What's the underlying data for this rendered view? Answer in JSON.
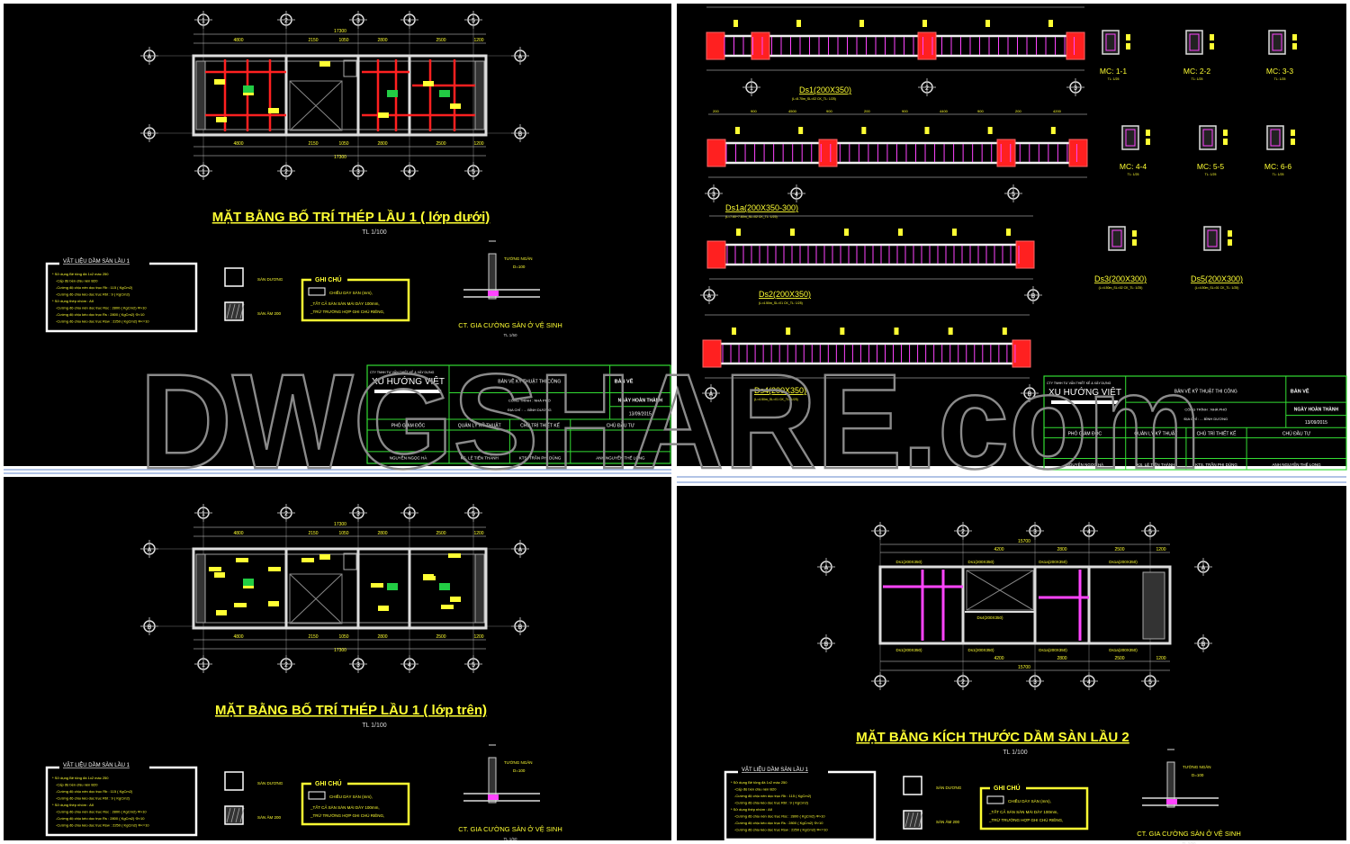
{
  "colors": {
    "background": "#000000",
    "rebar_main": "#ff2020",
    "rebar_stirrup": "#ff44ff",
    "text": "#ffff33",
    "title_block": "#33dd33",
    "watermark": "#8a8a8a"
  },
  "watermark": "DWGSHARE.com",
  "grid": {
    "cols": [
      "1",
      "2",
      "3",
      "4",
      "5"
    ],
    "rows": [
      "A",
      "B"
    ]
  },
  "sheet_top_left": {
    "title": "MẶT BẰNG BỐ TRÍ THÉP  LẦU 1 ( lớp dưới)",
    "scale": "TL 1/100",
    "total_dim": "17300",
    "dims": [
      "4800",
      "2150",
      "1050",
      "2800",
      "2500",
      "1200"
    ]
  },
  "sheet_bottom_left": {
    "title": "MẶT BẰNG BỐ TRÍ THÉP  LẦU 1 ( lớp trên)",
    "scale": "TL 1/100",
    "total_dim": "17300",
    "dims": [
      "4800",
      "2150",
      "1050",
      "2800",
      "2500",
      "1200"
    ]
  },
  "sheet_bottom_right": {
    "title": "MẶT BẰNG KÍCH THƯỚC DẦM SÀN LẦU 2",
    "scale": "TL 1/100",
    "total_dim": "15700",
    "dims": [
      "4200",
      "2800",
      "2500",
      "1200"
    ],
    "beam_labels": [
      "Ds1(200X350)",
      "Ds1(200X350)",
      "Ds1a(200X350)",
      "Ds1a(200X350)",
      "Ds4(200X350)"
    ]
  },
  "legend": {
    "heading": "VẬT LIỆU DẦM SÀN LẦU 1",
    "lines": [
      "* Sử dụng Bê tông đá 1x2 mác 250",
      "-Cấp độ bền chịu nén B20",
      "-Cường độ chịu nén dọc trục Rb : 115 ( KgCm2)",
      "-Cường độ chịu kéo dọc trục Rbt : 9 ( KgCm2)",
      "* Sử dụng thép nhóm : AII",
      "-Cường độ chịu nén dọc trục Rsc : 2800 ( KgCm2) Φ>10",
      "-Cường độ chịu kéo dọc trục Rs : 2800 ( KgCm2) Φ>10",
      "-Cường độ chịu kéo dọc trục Rsw : 2250 ( KgCm2) Φ<=10"
    ],
    "slab_positive": "SÀN DƯƠNG",
    "slab_negative": "SÀN ÂM 200",
    "notes_heading": "GHI CHÚ",
    "notes": [
      "CHIỀU DÀY SÀN (mm),",
      "_TẤT CẢ SÀN SÀN MÁI DÀY 100mm,",
      "_TRỪ TRƯỜNG HỢP GHI CHÚ RIÊNG,"
    ],
    "detail_wall": "TƯỜNG NGĂN",
    "detail_d": "D=100",
    "detail_title": "CT. GIA CƯỜNG SÀN Ở VỆ SINH",
    "detail_scale": "TL 1/50"
  },
  "title_block": {
    "company_line": "CTY TNHH TƯ VẤN THIẾT KẾ & XÂY DỰNG",
    "company": "XU HƯỚNG VIỆT",
    "drawing_type": "BẢN VẼ KỸ THUẬT THI CÔNG",
    "project": "CÔNG TRÌNH : NHÀ PHỐ",
    "address": "ĐỊA CHỈ : ... BÌNH DƯƠNG",
    "sheet_label": "BẢN VẼ",
    "date_label": "NGÀY HOÀN THÀNH",
    "date": "13/09/2015",
    "roles": [
      "PHÓ GIÁM ĐỐC",
      "QUẢN LÝ KỸ THUẬT",
      "CHỦ TRÌ THIẾT KẾ",
      "CHỦ ĐẦU TƯ"
    ],
    "names": [
      "NGUYỄN NGỌC HÀ",
      "KS. LÊ TIẾN THÀNH",
      "KTS. TRẦN PHI DŨNG",
      "ANH NGUYỄN THẾ LONG"
    ]
  },
  "beams": [
    {
      "name": "Ds1(200X350)",
      "note": "(L=8.70m_SL=02 CK_TL: 1/25)"
    },
    {
      "name": "Ds1a(200X350-300)",
      "note": "(L=7.60~7.80m_SL=02 CK_TL: 1/25)"
    },
    {
      "name": "Ds2(200X350)",
      "note": "(L=4.50m_SL=01 CK_TL: 1/25)"
    },
    {
      "name": "Ds4(200X350)",
      "note": "(L=4.50m_SL=01 CK_TL: 1/25)"
    }
  ],
  "beam_dims": [
    "200",
    "900",
    "4500",
    "900",
    "200",
    "900",
    "4400",
    "900",
    "200",
    "4200"
  ],
  "sections": [
    {
      "name": "MC: 1-1",
      "scale": "TL: 1/25"
    },
    {
      "name": "MC: 2-2",
      "scale": "TL: 1/25"
    },
    {
      "name": "MC: 3-3",
      "scale": "TL: 1/25"
    },
    {
      "name": "MC: 4-4",
      "scale": "TL: 1/25"
    },
    {
      "name": "MC: 5-5",
      "scale": "TL: 1/25"
    },
    {
      "name": "MC: 6-6",
      "scale": "TL: 1/25"
    }
  ],
  "small_beams": [
    {
      "name": "Ds3(200X300)",
      "note": "(L=4.50m_SL=02 CK_TL: 1/25)"
    },
    {
      "name": "Ds5(200X300)",
      "note": "(L=4.50m_SL=01 CK_TL: 1/25)"
    }
  ]
}
